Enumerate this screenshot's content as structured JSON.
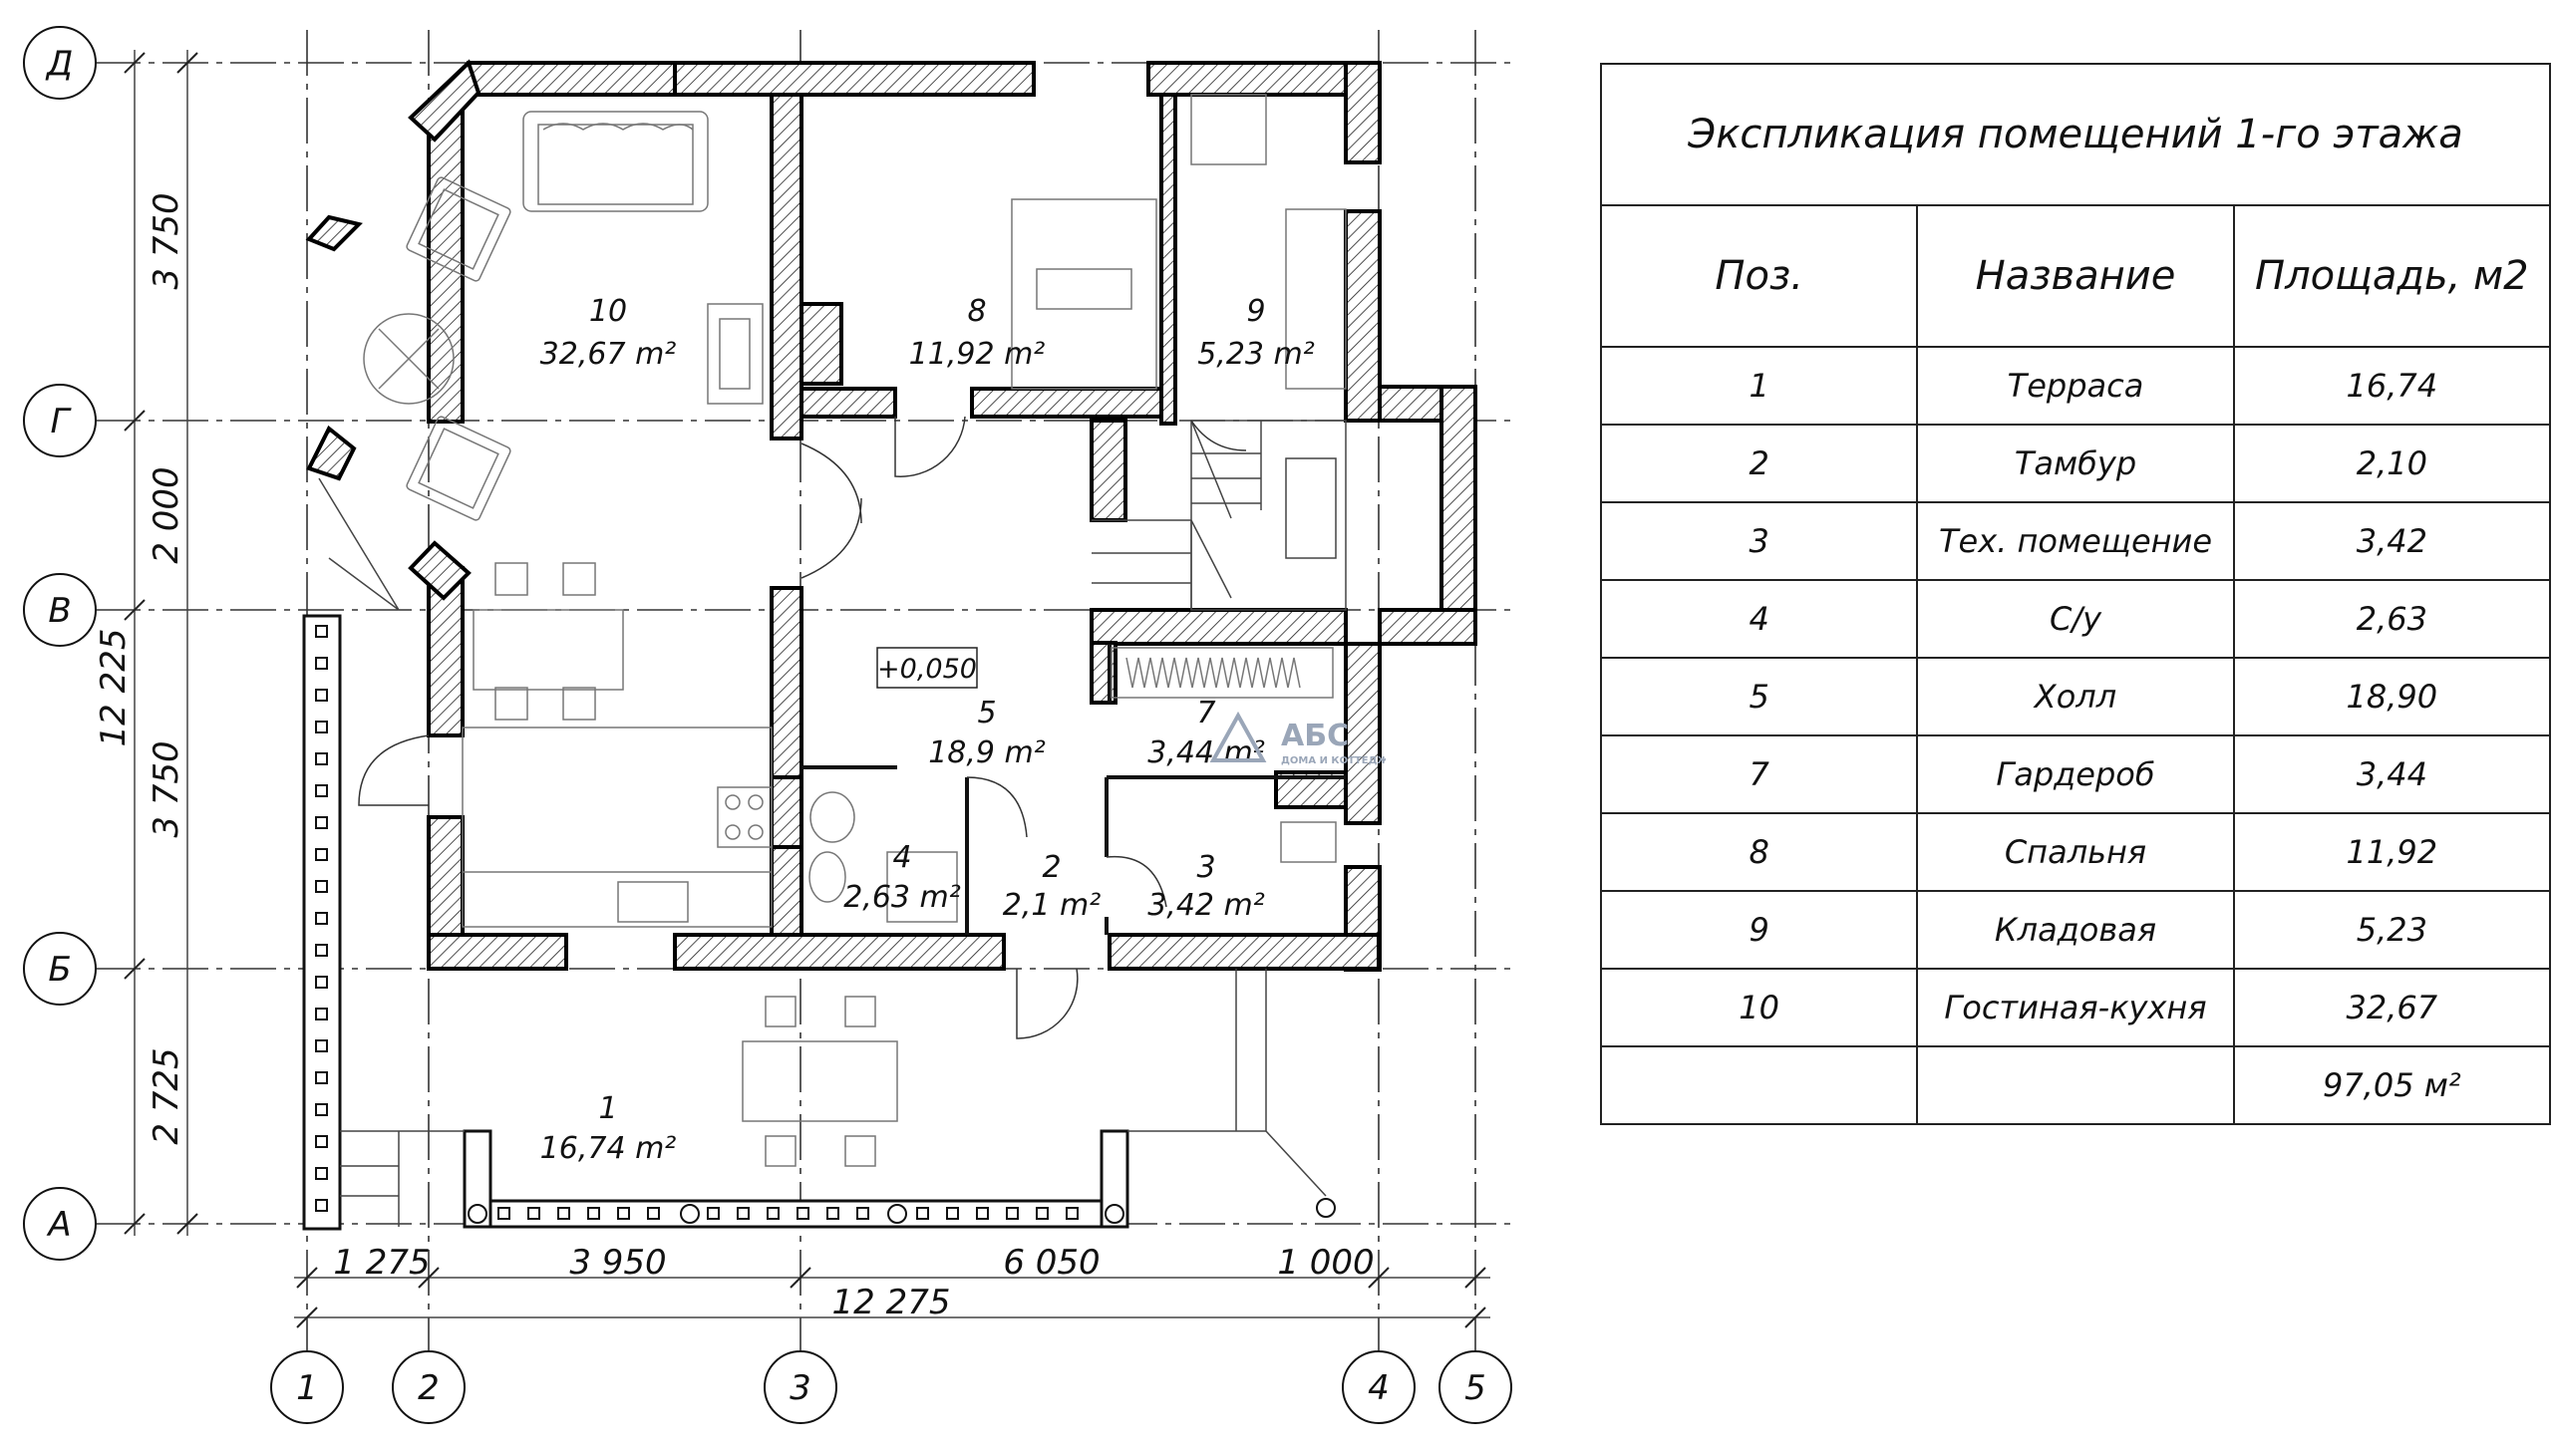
{
  "axes": {
    "rows": [
      "Д",
      "Г",
      "В",
      "Б",
      "А"
    ],
    "cols": [
      "1",
      "2",
      "3",
      "4",
      "5"
    ]
  },
  "dimensions": {
    "left": [
      "3 750",
      "2 000",
      "3 750",
      "2 725"
    ],
    "left_total": "12 225",
    "bottom": [
      "1 275",
      "3 950",
      "6 050",
      "1 000"
    ],
    "bottom_total": "12 275"
  },
  "level_mark": "+0,050",
  "rooms": [
    {
      "num": "10",
      "area": "32,67 m²"
    },
    {
      "num": "8",
      "area": "11,92 m²"
    },
    {
      "num": "9",
      "area": "5,23 m²"
    },
    {
      "num": "5",
      "area": "18,9 m²"
    },
    {
      "num": "7",
      "area": "3,44 m²"
    },
    {
      "num": "4",
      "area": "2,63 m²"
    },
    {
      "num": "2",
      "area": "2,1 m²"
    },
    {
      "num": "3",
      "area": "3,42 m²"
    },
    {
      "num": "1",
      "area": "16,74 m²"
    }
  ],
  "logo": {
    "name": "АБС",
    "tagline": "ДОМА И КОТТЕДЖИ"
  },
  "explication": {
    "title": "Экспликация помещений 1-го этажа",
    "headers": [
      "Поз.",
      "Название",
      "Площадь, м2"
    ],
    "rows": [
      [
        "1",
        "Терраса",
        "16,74"
      ],
      [
        "2",
        "Тамбур",
        "2,10"
      ],
      [
        "3",
        "Тех. помещение",
        "3,42"
      ],
      [
        "4",
        "С/у",
        "2,63"
      ],
      [
        "5",
        "Холл",
        "18,90"
      ],
      [
        "7",
        "Гардероб",
        "3,44"
      ],
      [
        "8",
        "Спальня",
        "11,92"
      ],
      [
        "9",
        "Кладовая",
        "5,23"
      ],
      [
        "10",
        "Гостиная-кухня",
        "32,67"
      ]
    ],
    "total": "97,05 м²"
  }
}
